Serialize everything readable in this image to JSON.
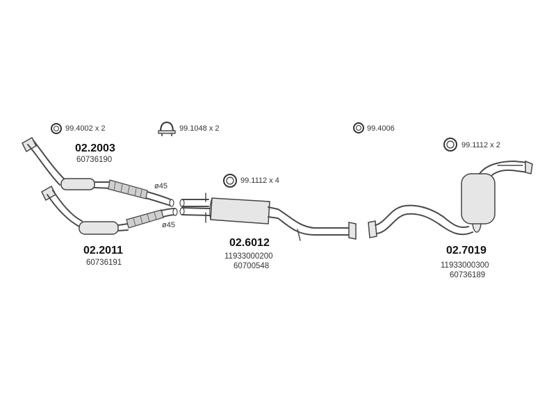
{
  "accessories": [
    {
      "code": "99.4002 x 2",
      "icon": "ring-gasket-icon"
    },
    {
      "code": "99.1048 x 2",
      "icon": "pipe-clamp-icon"
    },
    {
      "code": "99.4006",
      "icon": "ring-gasket-icon"
    },
    {
      "code": "99.1112 x 4",
      "icon": "rubber-ring-icon"
    },
    {
      "code": "99.1112 x 2",
      "icon": "rubber-ring-icon"
    }
  ],
  "parts": [
    {
      "number": "02.2003",
      "refs": [
        "60736190"
      ]
    },
    {
      "number": "02.2011",
      "refs": [
        "60736191"
      ]
    },
    {
      "number": "02.6012",
      "refs": [
        "11933000200",
        "60700548"
      ]
    },
    {
      "number": "02.7019",
      "refs": [
        "11933000300",
        "60736189"
      ]
    }
  ],
  "diameters": [
    "ø45",
    "ø45"
  ],
  "colors": {
    "line": "#4a4a4a",
    "fill": "#e6e6e6",
    "text": "#222222"
  }
}
